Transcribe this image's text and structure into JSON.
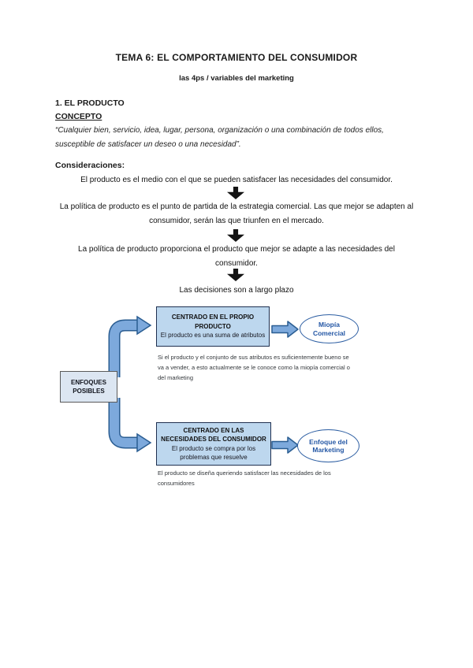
{
  "document": {
    "title": "TEMA 6: EL COMPORTAMIENTO DEL CONSUMIDOR",
    "subtitle": "las 4ps / variables del marketing",
    "section_heading": "1. EL PRODUCTO",
    "concept_label": "CONCEPTO",
    "concept_quote": "“Cualquier bien, servicio, idea, lugar, persona, organización o una combinación de todos ellos, susceptible de satisfacer un deseo o una necesidad”.",
    "considerations_label": "Consideraciones:",
    "steps": [
      "El producto es el medio con el que se pueden satisfacer las necesidades del consumidor.",
      "La política de producto es el punto de partida de la estrategia comercial. Las que mejor se adapten al consumidor, serán las que triunfen en el mercado.",
      "La política de producto proporciona el producto que mejor se adapte a las necesidades del consumidor.",
      "Las decisiones son a largo plazo"
    ]
  },
  "diagram": {
    "root_box": "ENFOQUES POSIBLES",
    "branches": [
      {
        "title": "CENTRADO EN EL PROPIO PRODUCTO",
        "body": "El producto es una suma de atributos",
        "result": "Miopía Comercial",
        "caption": "Si el producto y el conjunto de sus atributos es suficientemente bueno se va a vender, a esto actualmente se le conoce como la miopía comercial o del marketing"
      },
      {
        "title": "CENTRADO EN LAS NECESIDADES DEL CONSUMIDOR",
        "body": "El producto se compra por los problemas que resuelve",
        "result": "Enfoque del Marketing",
        "caption": "El producto se diseña queriendo satisfacer las necesidades de los consumidores"
      }
    ],
    "colors": {
      "approach_box_fill": "#bdd7ee",
      "approach_box_border": "#1f3050",
      "root_box_fill": "#dce6f2",
      "arrow_fill": "#7da9dc",
      "arrow_border": "#2a5d92",
      "ellipse_border": "#2e5fa3",
      "ellipse_text": "#2457a5",
      "flow_arrow": "#141414"
    }
  }
}
